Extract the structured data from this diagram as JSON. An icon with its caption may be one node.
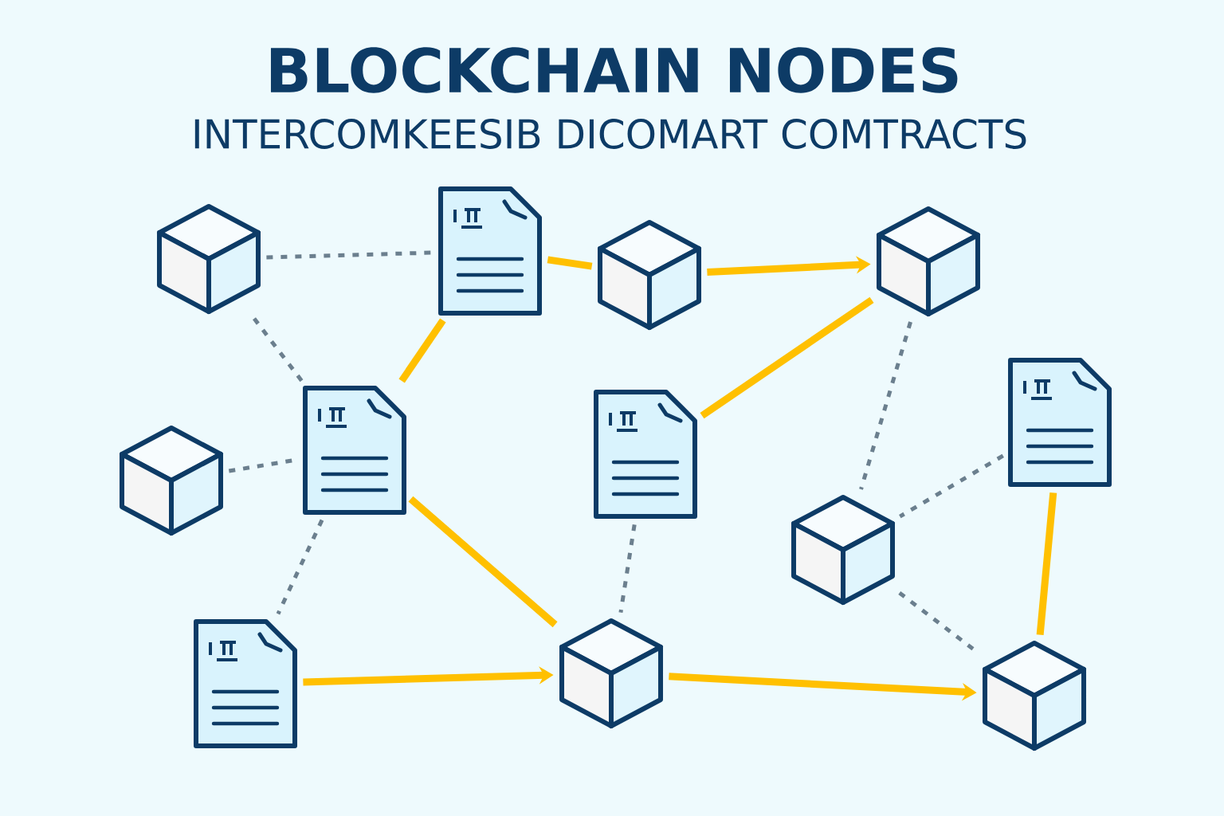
{
  "diagram": {
    "title": "BLOCKCHAIN NODES",
    "caption": "INTERCOMKEESIB DICOMART COMTRACTS",
    "nodes": [
      {
        "text": [],
        "shape": "cube"
      },
      {
        "text": [],
        "shape": "document"
      },
      {
        "text": [],
        "shape": "cube"
      },
      {
        "text": [],
        "shape": "cube"
      },
      {
        "text": [],
        "shape": "cube"
      },
      {
        "text": [],
        "shape": "document"
      },
      {
        "text": [],
        "shape": "document"
      },
      {
        "text": [],
        "shape": "document"
      },
      {
        "text": [],
        "shape": "cube"
      },
      {
        "text": [],
        "shape": "document"
      },
      {
        "text": [],
        "shape": "cube"
      },
      {
        "text": [],
        "shape": "cube"
      }
    ],
    "edges": [
      {
        "from": 0,
        "to": 1,
        "arrow": "none",
        "style": "dashed",
        "color": "#6b7f8e"
      },
      {
        "from": 1,
        "to": 2,
        "arrow": "none",
        "style": "thick",
        "color": "#ffc000"
      },
      {
        "from": 2,
        "to": 3,
        "arrow": "to",
        "style": "thick",
        "color": "#ffc000"
      },
      {
        "from": 1,
        "to": 5,
        "arrow": "none",
        "style": "thick",
        "color": "#ffc000"
      },
      {
        "from": 0,
        "to": 5,
        "arrow": "none",
        "style": "dashed",
        "color": "#6b7f8e"
      },
      {
        "from": 4,
        "to": 5,
        "arrow": "none",
        "style": "dashed",
        "color": "#6b7f8e"
      },
      {
        "from": 6,
        "to": 3,
        "arrow": "none",
        "style": "thick",
        "color": "#ffc000"
      },
      {
        "from": 3,
        "to": 8,
        "arrow": "none",
        "style": "dashed",
        "color": "#6b7f8e"
      },
      {
        "from": 7,
        "to": 8,
        "arrow": "none",
        "style": "dashed",
        "color": "#6b7f8e"
      },
      {
        "from": 7,
        "to": 11,
        "arrow": "none",
        "style": "thick",
        "color": "#ffc000"
      },
      {
        "from": 5,
        "to": 10,
        "arrow": "none",
        "style": "thick",
        "color": "#ffc000"
      },
      {
        "from": 6,
        "to": 10,
        "arrow": "none",
        "style": "dashed",
        "color": "#6b7f8e"
      },
      {
        "from": 9,
        "to": 10,
        "arrow": "to",
        "style": "thick",
        "color": "#ffc000"
      },
      {
        "from": 10,
        "to": 11,
        "arrow": "to",
        "style": "thick",
        "color": "#ffc000"
      },
      {
        "from": 8,
        "to": 11,
        "arrow": "none",
        "style": "dashed",
        "color": "#6b7f8e"
      },
      {
        "from": 5,
        "to": 9,
        "arrow": "none",
        "style": "dashed",
        "color": "#6b7f8e"
      }
    ]
  }
}
